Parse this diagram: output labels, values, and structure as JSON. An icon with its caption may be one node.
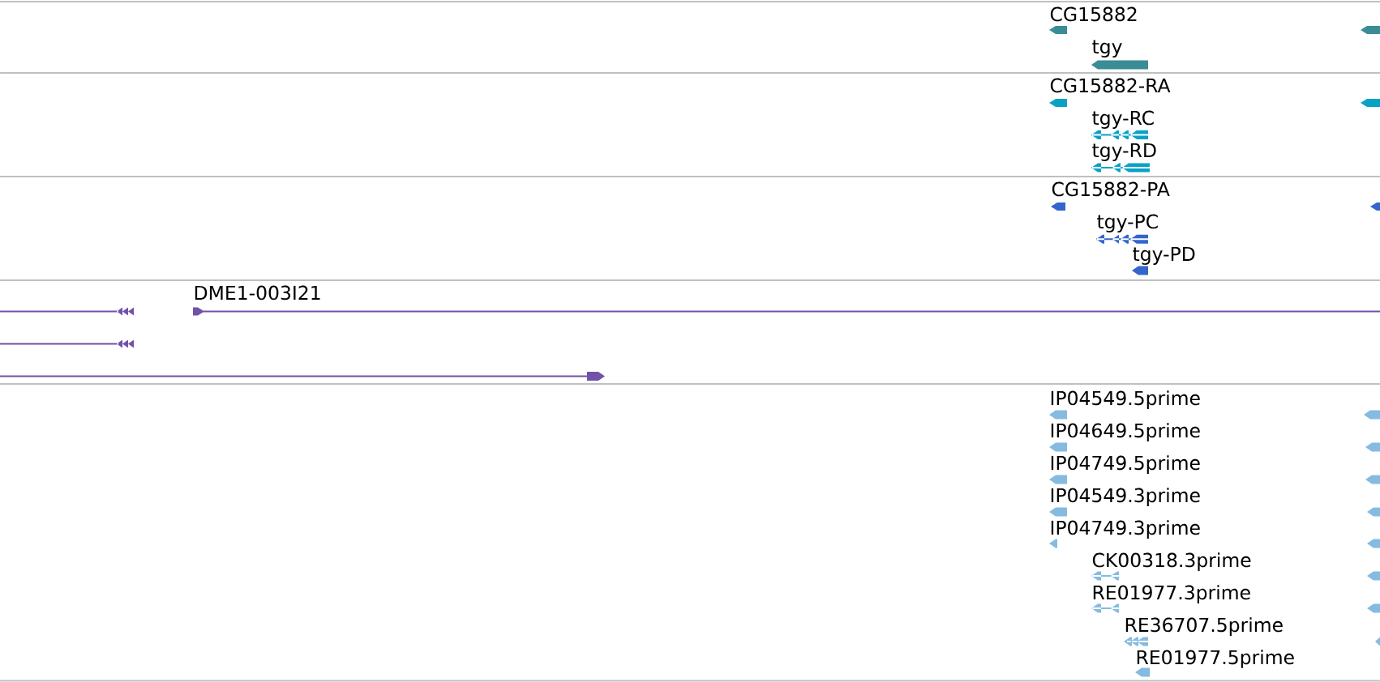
{
  "diagram": {
    "nodes": [
      {
        "text": [
          "CG15882"
        ]
      },
      {
        "text": [],
        "shape": "bar"
      },
      {
        "text": [
          "tgy"
        ]
      },
      {
        "text": [
          "CG15882-RA"
        ]
      },
      {
        "text": [],
        "shape": "bar"
      },
      {
        "text": [
          "tgy-RC"
        ]
      },
      {
        "text": [
          "tgy-RD"
        ]
      },
      {
        "text": [
          "CG15882-PA"
        ]
      },
      {
        "text": [],
        "shape": "bar"
      },
      {
        "text": [
          "tgy-PC"
        ]
      },
      {
        "text": [
          "tgy-PD"
        ]
      },
      {
        "text": [],
        "shape": "bar"
      },
      {
        "text": [
          "DME1-003I21"
        ]
      },
      {
        "text": [],
        "shape": "bar"
      },
      {
        "text": [],
        "shape": "bar"
      },
      {
        "text": [
          "IP04549.5prime"
        ]
      },
      {
        "text": [],
        "shape": "bar"
      },
      {
        "text": [
          "IP04649.5prime"
        ]
      },
      {
        "text": [],
        "shape": "bar"
      },
      {
        "text": [
          "IP04749.5prime"
        ]
      },
      {
        "text": [],
        "shape": "bar"
      },
      {
        "text": [
          "IP04549.3prime"
        ]
      },
      {
        "text": [],
        "shape": "bar"
      },
      {
        "text": [
          "IP04749.3prime"
        ]
      },
      {
        "text": [],
        "shape": "bar"
      },
      {
        "text": [
          "CK00318.3prime"
        ]
      },
      {
        "text": [],
        "shape": "bar"
      },
      {
        "text": [
          "RE01977.3prime"
        ]
      },
      {
        "text": [],
        "shape": "bar"
      },
      {
        "text": [
          "RE36707.5prime"
        ]
      },
      {
        "text": [],
        "shape": "bar"
      },
      {
        "text": [
          "RE01977.5prime"
        ]
      }
    ]
  }
}
